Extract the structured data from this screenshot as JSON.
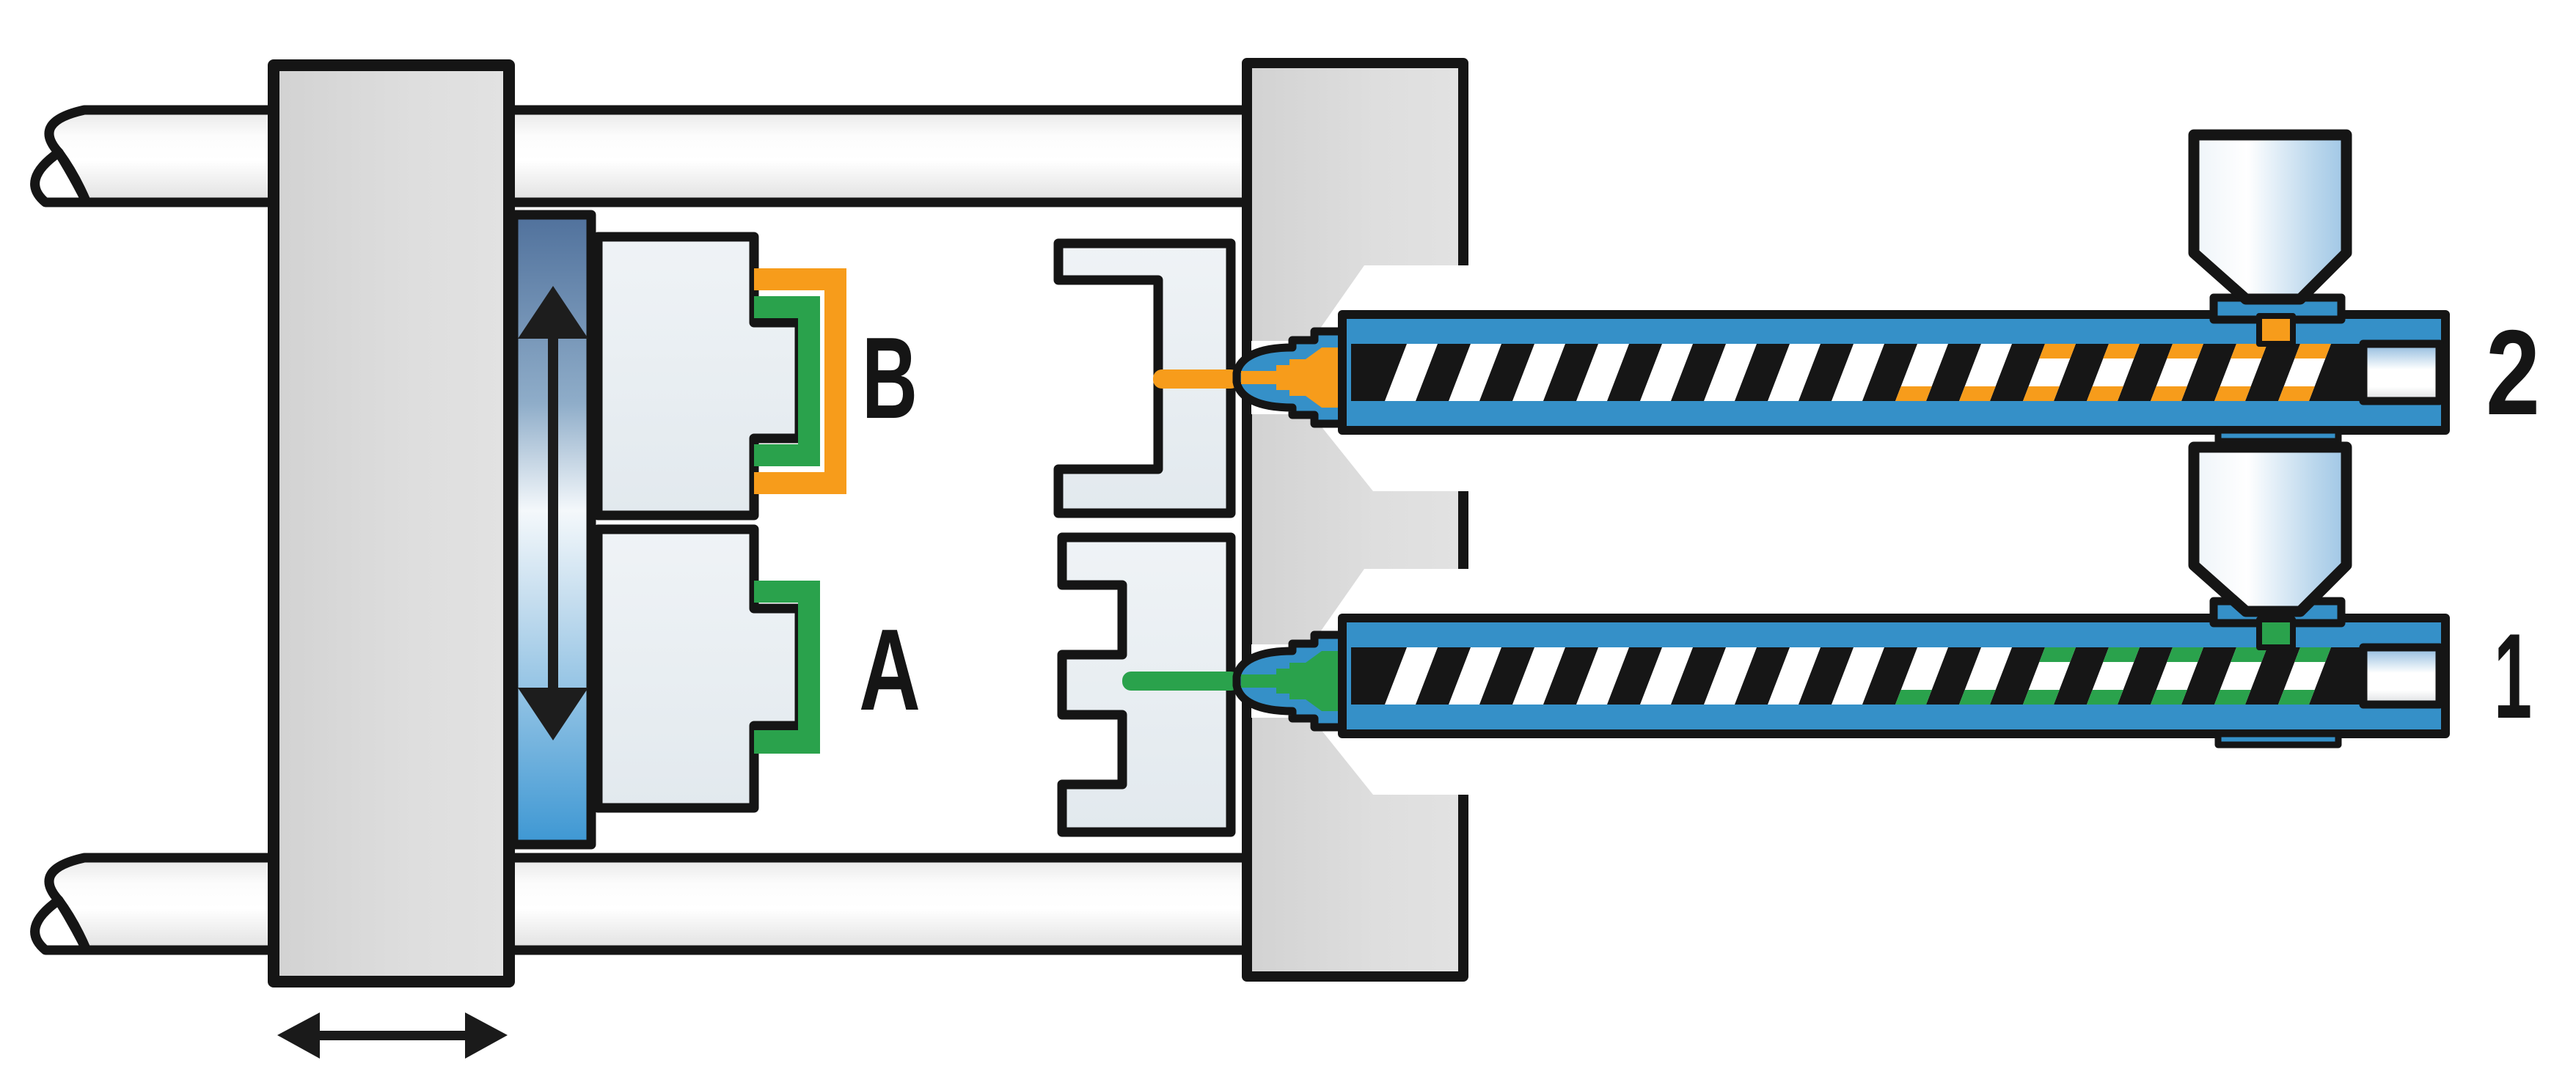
{
  "diagram": {
    "type": "two-component injection molding machine with rotary platen, cross-section schematic",
    "labels": {
      "mold_half_top": "B",
      "mold_half_bottom": "A",
      "injection_unit_top": "2",
      "injection_unit_bottom": "1"
    },
    "colors": {
      "outline": "#151515",
      "machine_gray": "#d9d9d9",
      "machine_gray_light": "#e3e3e3",
      "mold_gray": "#e9eef2",
      "rail_white": "#fbfbfb",
      "barrel_blue": "#3590c8",
      "material_orange": "#f79c1b",
      "material_green": "#2aa24c",
      "hopper_blue": "#9fc6e5",
      "rotary_plate_blue_top": "#50719c",
      "rotary_plate_blue_bottom": "#3d97d3"
    }
  }
}
